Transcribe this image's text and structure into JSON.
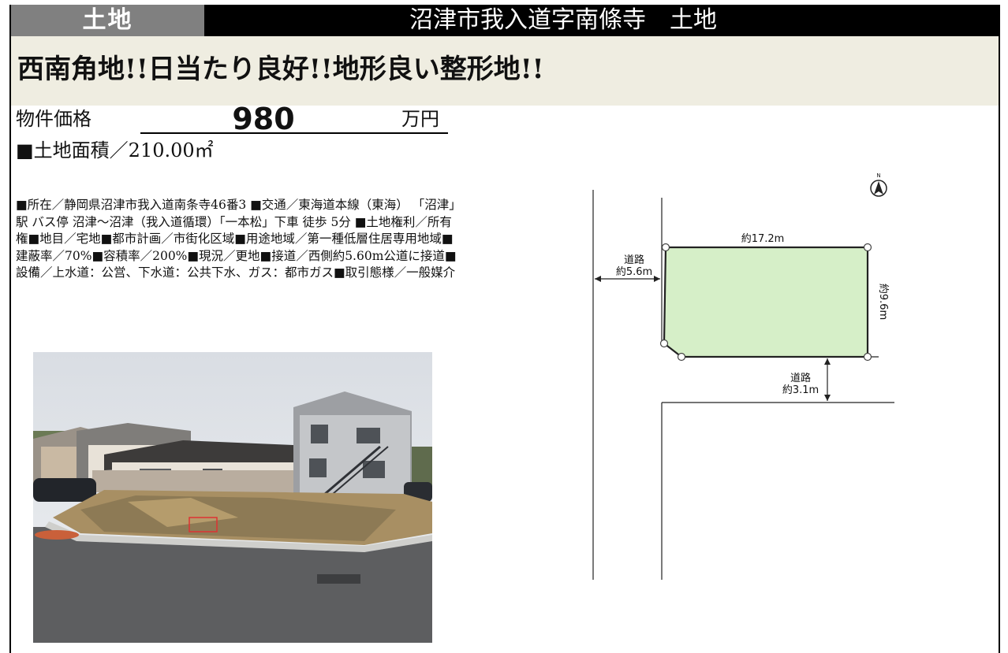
{
  "header": {
    "category": "土地",
    "property_name": "沼津市我入道字南條寺　土地"
  },
  "catchphrase": "西南角地!!日当たり良好!!地形良い整形地!!",
  "price": {
    "label": "物件価格",
    "value": "980",
    "unit": "万円"
  },
  "land_area": "■土地面積／210.00㎡",
  "description": "■所在／静岡県沼津市我入道南条寺46番3 ■交通／東海道本線（東海） 「沼津」駅 バス停 沼津～沼津（我入道循環）「一本松」下車 徒歩 5分 ■土地権利／所有権■地目／宅地■都市計画／市街化区域■用途地域／第一種低層住居専用地域■建蔽率／70%■容積率／200%■現況／更地■接道／西側約5.60m公道に接道■設備／上水道：公営、下水道：公共下水、ガス：都市ガス■取引態様／一般媒介",
  "plan": {
    "north_mark": "N",
    "width_label": "約17.2m",
    "depth_label": "約9.6m",
    "west_road_label_1": "道路",
    "west_road_label_2": "約5.6m",
    "south_road_label_1": "道路",
    "south_road_label_2": "約3.1m",
    "lot_color": "#d6efc8"
  }
}
